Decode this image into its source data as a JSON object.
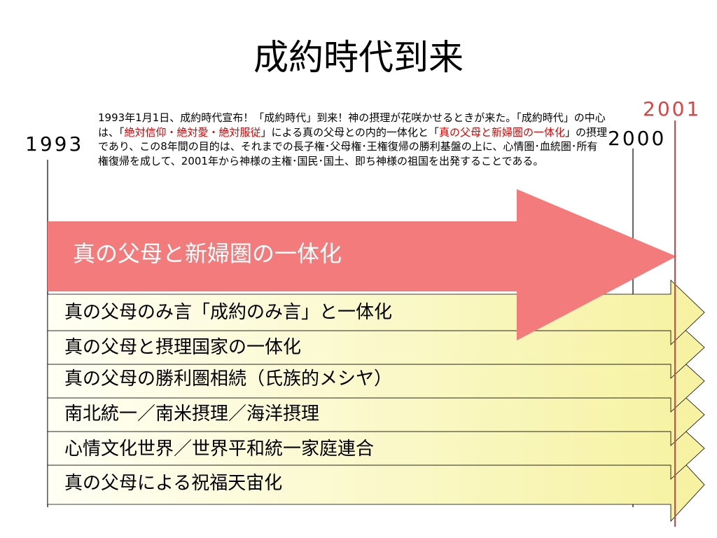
{
  "title": "成約時代到来",
  "years": {
    "start": "1993",
    "end": "2000",
    "extra": "2001"
  },
  "description": {
    "part1": "1993年1月1日、成約時代宣布！「成約時代」到来！神の摂理が花咲かせるときが来た。「成約時代」の中心は、「",
    "highlight1": "絶対信仰・絶対愛・絶対服従",
    "part2": "」による真の父母との内的一体化と「",
    "highlight2": "真の父母と新婦圏の一体化",
    "part3": "」の摂理であり、この8年間の目的は、それまでの長子権･父母権･王権復帰の勝利基盤の上に、心情圏･血統圏･所有権復帰を成して、2001年から神様の主権･国民･国土、即ち神様の祖国を出発することである。"
  },
  "main_arrow": {
    "label": "真の父母と新婦圏の一体化"
  },
  "bands": [
    {
      "label": "真の父母のみ言「成約のみ言」と一体化"
    },
    {
      "label": "真の父母と摂理国家の一体化"
    },
    {
      "label": "真の父母の勝利圏相続（氏族的メシヤ）"
    },
    {
      "label": "南北統一／南米摂理／海洋摂理"
    },
    {
      "label": "心情文化世界／世界平和統一家庭連合"
    },
    {
      "label": "真の父母による祝福天宙化"
    }
  ],
  "colors": {
    "arrow": "#f47b7b",
    "band_light": "#fffff4",
    "band_dark": "#f6f2a0",
    "year_2001": "#e14040",
    "line_2001": "#e14040",
    "highlight": "#e00000"
  }
}
